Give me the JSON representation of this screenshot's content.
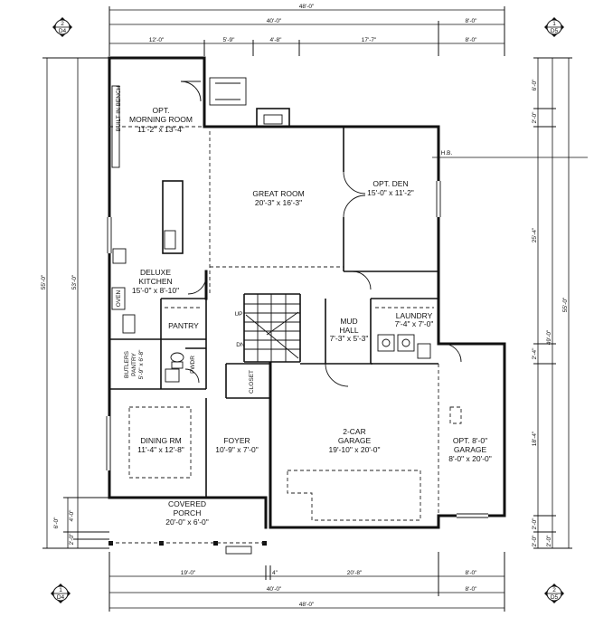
{
  "rooms": {
    "morning_room": {
      "name": "OPT.\nMORNING ROOM",
      "size": "11'-2\" x 13'-4\""
    },
    "great_room": {
      "name": "GREAT ROOM",
      "size": "20'-3\" x 16'-3\""
    },
    "den": {
      "name": "OPT. DEN",
      "size": "15'-0\" x 11'-2\""
    },
    "kitchen": {
      "name": "DELUXE\nKITCHEN",
      "size": "15'-0\" x 8'-10\""
    },
    "pantry": {
      "name": "PANTRY"
    },
    "butlers_pantry": {
      "name": "BUTLERS\nPANTRY",
      "size": "5'-9\" x 6'-8\""
    },
    "pwdr": {
      "name": "PWDR"
    },
    "mud_hall": {
      "name": "MUD\nHALL",
      "size": "7'-3\" x 5'-3\""
    },
    "laundry": {
      "name": "LAUNDRY",
      "size": "7'-4\" x 7'-0\""
    },
    "closet": {
      "name": "CLOSET"
    },
    "dining": {
      "name": "DINING RM",
      "size": "11'-4\" x 12'-8\""
    },
    "foyer": {
      "name": "FOYER",
      "size": "10'-9\" x 7'-0\""
    },
    "garage": {
      "name": "2-CAR\nGARAGE",
      "size": "19'-10\" x 20'-0\""
    },
    "opt_garage": {
      "name": "OPT. 8'-0\"\nGARAGE",
      "size": "8'-0\" x 20'-0\""
    },
    "porch": {
      "name": "COVERED\nPORCH",
      "size": "20'-0\" x 6'-0\""
    }
  },
  "labels": {
    "bench": "BUILT IN BENCH",
    "oven": "OVEN",
    "up": "UP",
    "dn": "DN",
    "hb": "H.B."
  },
  "dims": {
    "top": {
      "overall": "48'-0\"",
      "main": "40'-0\"",
      "ext": "8'-0\"",
      "seg1": "12'-0\"",
      "seg2": "5'-9\"",
      "seg3": "4'-8\"",
      "seg4": "17'-7\"",
      "seg5": "8'-0\""
    },
    "bottom": {
      "seg1": "19'-0\"",
      "seg2": "4\"",
      "seg3": "20'-8\"",
      "seg4": "8'-0\"",
      "main": "40'-0\"",
      "ext": "8'-0\"",
      "overall": "48'-0\""
    },
    "left": {
      "outer": "55'-0\"",
      "inner": "53'-0\"",
      "porch": "6'-0\"",
      "porch_a": "4'-0\"",
      "porch_b": "2'-0\""
    },
    "right": {
      "outer": "55'-0\"",
      "mid": "49'-0\"",
      "r1": "6'-0\"",
      "r2": "2'-0\"",
      "r3": "25'-4\"",
      "r4": "2'-4\"",
      "r5": "18'-4\"",
      "r6": "2'-0\"",
      "r7": "2'-0\"",
      "r8": "2'-0\""
    }
  },
  "markers": {
    "top_left": {
      "num": "2",
      "sheet": "D4"
    },
    "top_right": {
      "num": "1",
      "sheet": "D5"
    },
    "bottom_left": {
      "num": "1",
      "sheet": "D4"
    },
    "bottom_right": {
      "num": "2",
      "sheet": "D5"
    }
  }
}
